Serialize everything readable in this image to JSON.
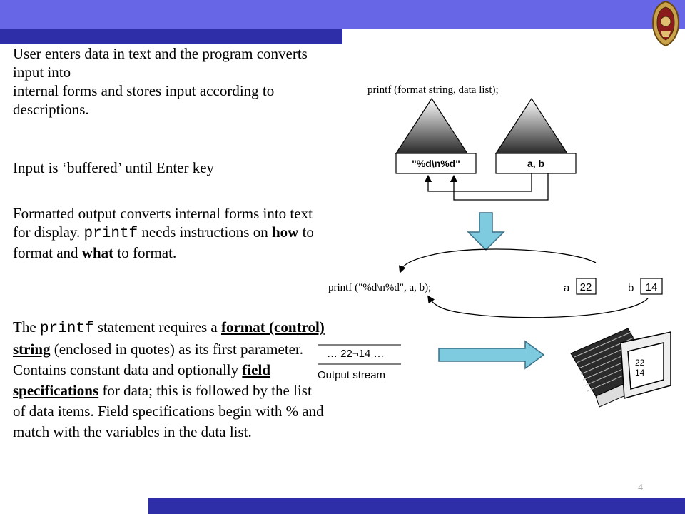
{
  "slide": {
    "page_number": "4",
    "p1": "User enters data in text and the program converts input into",
    "p1b": "internal forms and stores input according to descriptions.",
    "p2": "Input is ‘buffered’ until Enter key",
    "p3a": "Formatted output converts internal forms into text for display.",
    "p3_code": "printf",
    "p3b": " needs instructions on ",
    "p3_how": "how",
    "p3c": " to format and ",
    "p3_what": "what",
    "p3d": " to format.",
    "p4a": "The ",
    "p4_code": "printf",
    "p4b": " statement requires a ",
    "p4_format": "format (control) string",
    "p4c": " (enclosed in quotes) as its first parameter.  Contains constant data and optionally ",
    "p4_field": "field specifications",
    "p4d": " for data;  this is followed by the list of data items. Field specifications begin with % and match with the variables in the data list."
  },
  "diagram": {
    "top_label": "printf (format string, data list);",
    "box_left": "\"%d\\n%d\"",
    "box_right": "a, b",
    "statement": "printf (\"%d\\n%d\", a, b);",
    "var_a_name": "a",
    "var_a_value": "22",
    "var_b_name": "b",
    "var_b_value": "14",
    "stream_content": "… 22¬14 …",
    "stream_label": "Output stream",
    "screen_line1": "22",
    "screen_line2": "14",
    "colors": {
      "arrow_fill": "#7ecbe0",
      "arrow_stroke": "#3a6f86"
    }
  }
}
